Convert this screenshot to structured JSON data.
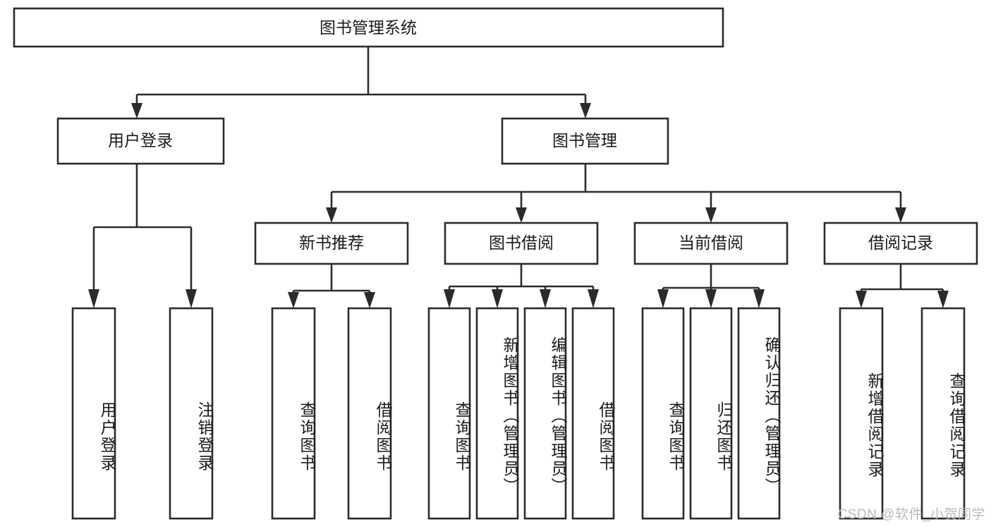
{
  "diagram": {
    "type": "tree-hierarchy-chart",
    "title": "图书管理系统",
    "background_color": "#ffffff",
    "stroke_color": "#2b2b2b",
    "text_color": "#1a1a1a",
    "levels": 4,
    "root": {
      "label": "图书管理系统",
      "orientation": "horizontal"
    },
    "level2": [
      {
        "label": "用户登录",
        "orientation": "horizontal"
      },
      {
        "label": "图书管理",
        "orientation": "horizontal"
      }
    ],
    "level3": [
      {
        "label": "新书推荐",
        "orientation": "horizontal"
      },
      {
        "label": "图书借阅",
        "orientation": "horizontal"
      },
      {
        "label": "当前借阅",
        "orientation": "horizontal"
      },
      {
        "label": "借阅记录",
        "orientation": "horizontal"
      }
    ],
    "leaves": {
      "user_login": [
        {
          "label": "用户登录",
          "orientation": "vertical"
        },
        {
          "label": "注销登录",
          "orientation": "vertical"
        }
      ],
      "new_book_recommend": [
        {
          "label": "查询图书",
          "orientation": "vertical"
        },
        {
          "label": "借阅图书",
          "orientation": "vertical"
        }
      ],
      "book_borrow": [
        {
          "label": "查询图书",
          "orientation": "vertical"
        },
        {
          "label": "新增图书（管理员）",
          "orientation": "vertical"
        },
        {
          "label": "编辑图书（管理员）",
          "orientation": "vertical"
        },
        {
          "label": "借阅图书",
          "orientation": "vertical"
        }
      ],
      "current_borrow": [
        {
          "label": "查询图书",
          "orientation": "vertical"
        },
        {
          "label": "归还图书",
          "orientation": "vertical"
        },
        {
          "label": "确认归还（管理员）",
          "orientation": "vertical"
        }
      ],
      "borrow_record": [
        {
          "label": "新增借阅记录",
          "orientation": "vertical"
        },
        {
          "label": "查询借阅记录",
          "orientation": "vertical"
        }
      ]
    }
  },
  "watermark": {
    "text": "CSDN @软件_小贺同学"
  }
}
